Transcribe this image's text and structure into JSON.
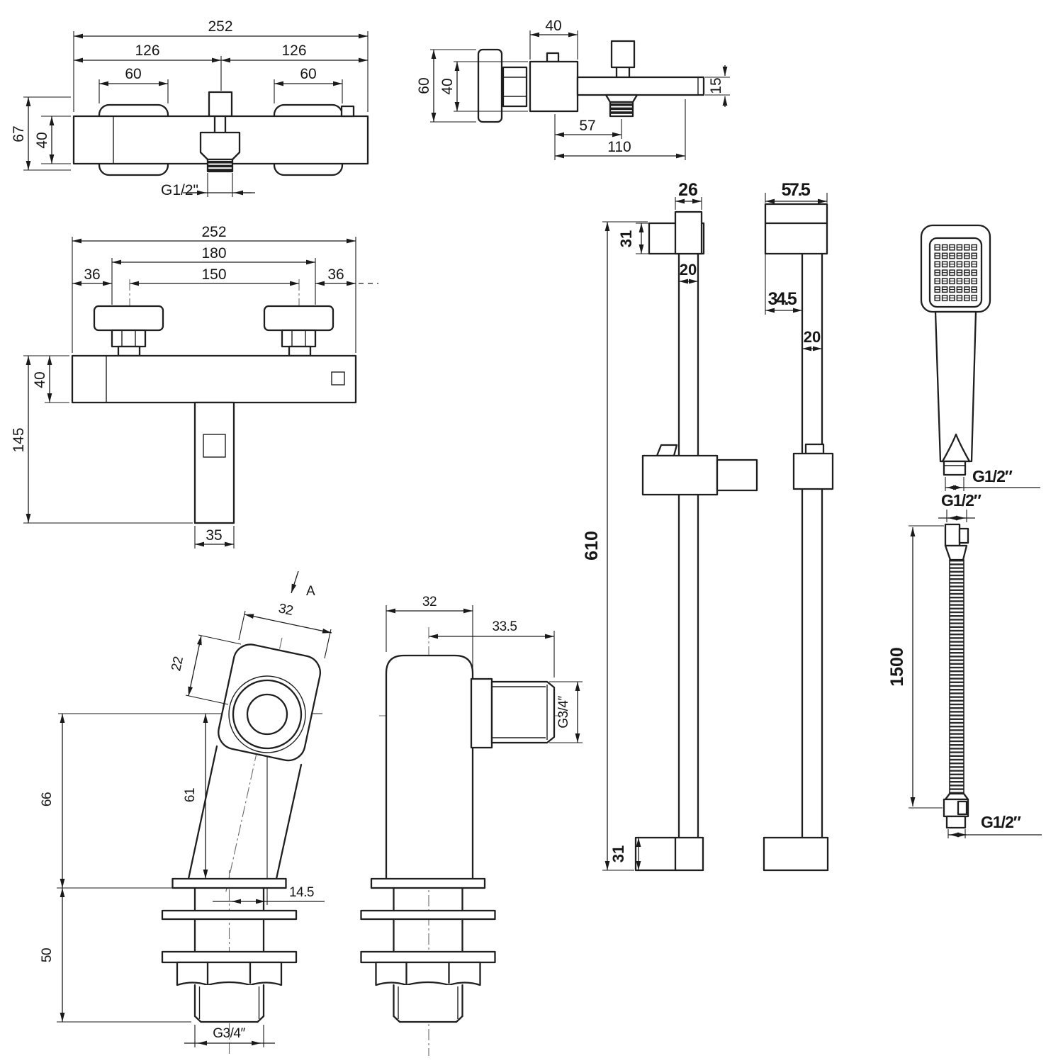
{
  "page": {
    "background": "#ffffff",
    "line_color": "#1f1f1f"
  },
  "views": {
    "mixer_front": {
      "dims": {
        "total_width": "252",
        "left_span": "126",
        "right_span": "126",
        "left_handle_width": "60",
        "right_handle_width": "60",
        "overall_height": "67",
        "body_height": "40",
        "outlet_thread": "G1/2\""
      }
    },
    "mixer_side": {
      "dims": {
        "body_width": "40",
        "flange_height": "60",
        "body_height": "40",
        "spout_thickness": "15",
        "outlet_offset": "57",
        "spout_reach": "110"
      }
    },
    "valve_front": {
      "dims": {
        "total_width": "252",
        "union_span": "180",
        "inlet_centres": "150",
        "left_offset": "36",
        "right_offset": "36",
        "body_height": "40",
        "overall_height": "145",
        "spout_width": "35"
      }
    },
    "rail_front": {
      "dims": {
        "end_cap_width": "26",
        "top_bracket_height": "31",
        "rail_width": "20",
        "rail_length": "610",
        "bottom_bracket_height": "31"
      }
    },
    "rail_side": {
      "dims": {
        "bracket_depth": "57.5",
        "rail_offset": "34.5",
        "rail_depth": "20"
      }
    },
    "handset": {
      "dims": {
        "outlet_thread": "G1/2″"
      }
    },
    "hose": {
      "dims": {
        "top_thread": "G1/2″",
        "length": "1500",
        "bottom_thread": "G1/2″"
      }
    },
    "leg_front": {
      "view_label": "A",
      "dims": {
        "face_width": "32",
        "face_depth": "22",
        "centre_height": "66",
        "body_height": "61",
        "centre_offset": "14.5",
        "shank_length": "50",
        "thread": "G3/4″"
      }
    },
    "leg_side": {
      "dims": {
        "body_width": "32",
        "port_reach": "33.5",
        "port_thread": "G3/4″"
      }
    }
  }
}
